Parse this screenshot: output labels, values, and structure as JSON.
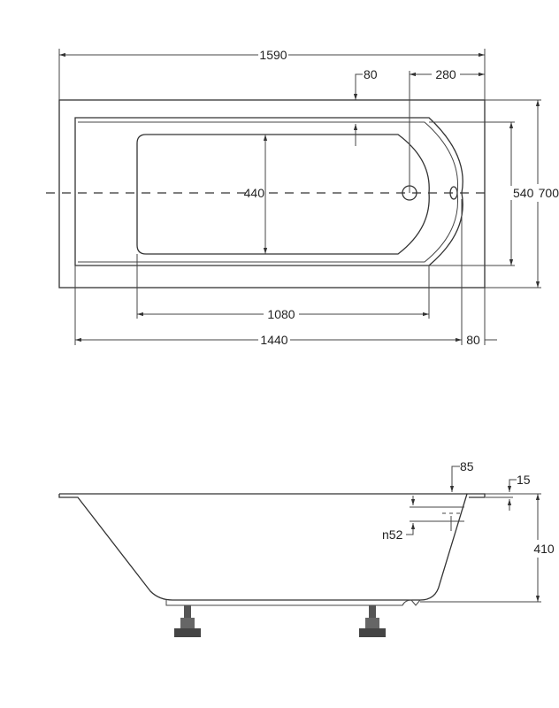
{
  "top_view": {
    "dims": {
      "length": "1590",
      "rim_top": "80",
      "drain_offset": "280",
      "inner_width": "540",
      "width": "700",
      "basin_width": "440",
      "basin_length": "1080",
      "inner_length": "1440",
      "rim_end": "80"
    }
  },
  "side_view": {
    "dims": {
      "rim": "85",
      "lip": "15",
      "overflow": "n52",
      "height": "410"
    }
  }
}
